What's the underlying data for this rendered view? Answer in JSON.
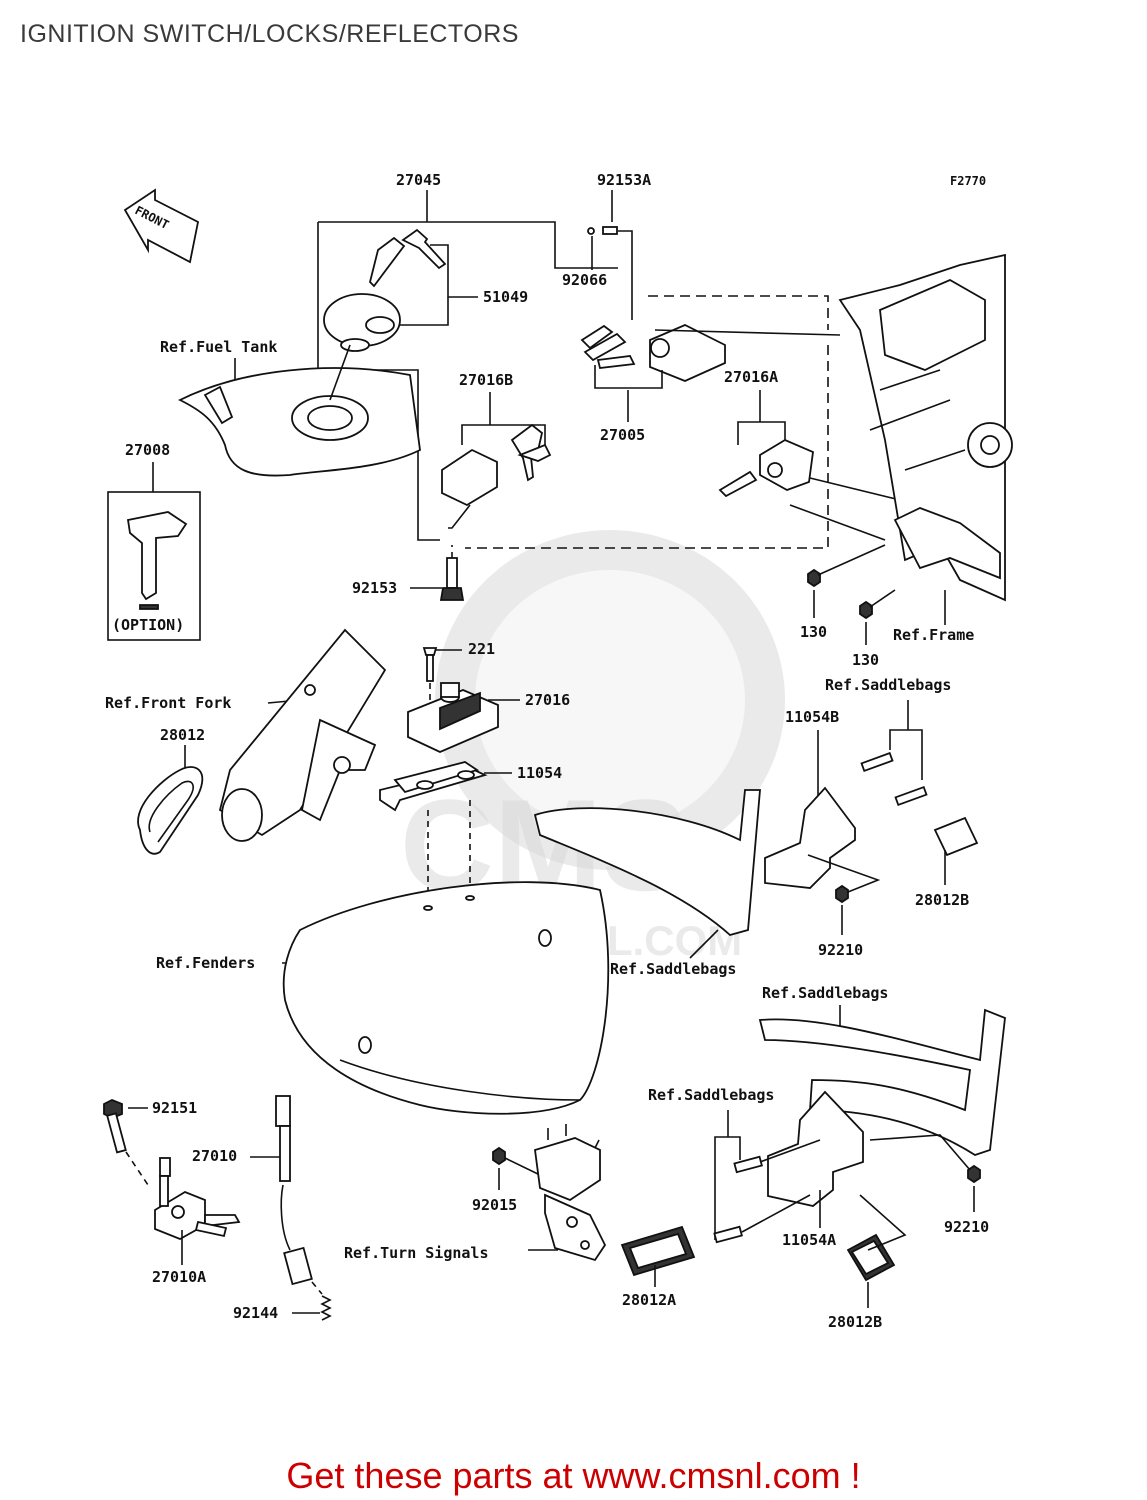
{
  "title": "IGNITION SWITCH/LOCKS/REFLECTORS",
  "figure_code": "F2770",
  "front_label": "FRONT",
  "option_label": "(OPTION)",
  "watermark": {
    "brand": "CMS",
    "url": "WWW.CMSNL.COM"
  },
  "footer": "Get these parts at www.cmsnl.com !",
  "parts": {
    "p27045": "27045",
    "p92153A": "92153A",
    "p92066": "92066",
    "p51049": "51049",
    "p27016B": "27016B",
    "p27005": "27005",
    "p27016A": "27016A",
    "p27008": "27008",
    "p92153": "92153",
    "p130a": "130",
    "p130b": "130",
    "p221": "221",
    "p27016": "27016",
    "p11054": "11054",
    "p28012": "28012",
    "p11054B": "11054B",
    "p28012B_top": "28012B",
    "p92210_top": "92210",
    "p92151": "92151",
    "p27010": "27010",
    "p27010A": "27010A",
    "p92144": "92144",
    "p92015": "92015",
    "p28012A": "28012A",
    "p11054A": "11054A",
    "p28012B_bot": "28012B",
    "p92210_bot": "92210"
  },
  "refs": {
    "fuel_tank": "Ref.Fuel Tank",
    "front_fork": "Ref.Front Fork",
    "frame": "Ref.Frame",
    "saddlebags_1": "Ref.Saddlebags",
    "saddlebags_2": "Ref.Saddlebags",
    "saddlebags_3": "Ref.Saddlebags",
    "saddlebags_4": "Ref.Saddlebags",
    "fenders": "Ref.Fenders",
    "turn_signals": "Ref.Turn Signals"
  }
}
